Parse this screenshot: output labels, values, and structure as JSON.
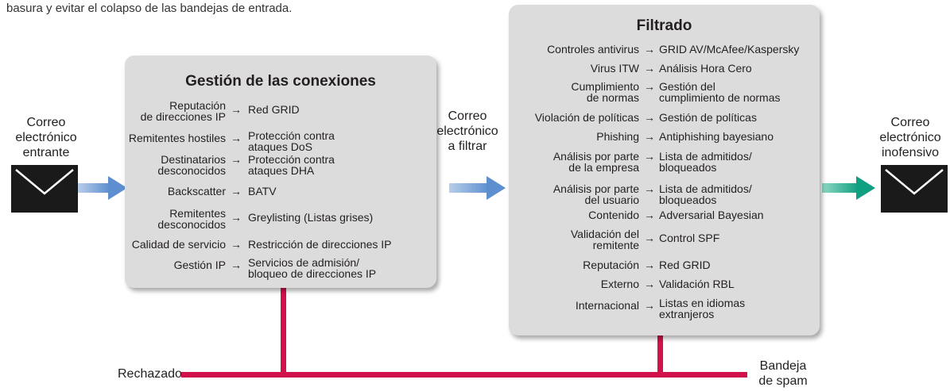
{
  "intro_text": "basura y evitar el colapso de las bandejas de entrada.",
  "incoming_label": [
    "Correo",
    "electrónico",
    "entrante"
  ],
  "filter_label": [
    "Correo",
    "electrónico",
    "a filtrar"
  ],
  "clean_label": [
    "Correo",
    "electrónico",
    "inofensivo"
  ],
  "rejected_label": "Rechazado",
  "spam_label": [
    "Bandeja",
    "de spam"
  ],
  "connections": {
    "title": "Gestión de las conexiones",
    "rows": [
      {
        "left": [
          "Reputación",
          "de direcciones IP"
        ],
        "right": [
          "Red GRID"
        ]
      },
      {
        "left": [
          "Remitentes hostiles"
        ],
        "right": [
          "Protección contra",
          "ataques DoS"
        ]
      },
      {
        "left": [
          "Destinatarios",
          "desconocidos"
        ],
        "right": [
          "Protección contra",
          "ataques DHA"
        ]
      },
      {
        "left": [
          "Backscatter"
        ],
        "right": [
          "BATV"
        ]
      },
      {
        "left": [
          "Remitentes",
          "desconocidos"
        ],
        "right": [
          "Greylisting (Listas grises)"
        ]
      },
      {
        "left": [
          "Calidad de servicio"
        ],
        "right": [
          "Restricción de direcciones IP"
        ]
      },
      {
        "left": [
          "Gestión IP"
        ],
        "right": [
          "Servicios de admisión/",
          "bloqueo de direcciones IP"
        ]
      }
    ]
  },
  "filtering": {
    "title": "Filtrado",
    "rows": [
      {
        "left": [
          "Controles antivirus"
        ],
        "right": [
          "GRID AV/McAfee/Kaspersky"
        ]
      },
      {
        "left": [
          "Virus ITW"
        ],
        "right": [
          "Análisis Hora Cero"
        ]
      },
      {
        "left": [
          "Cumplimiento",
          "de normas"
        ],
        "right": [
          "Gestión del",
          "cumplimiento de normas"
        ]
      },
      {
        "left": [
          "Violación de políticas"
        ],
        "right": [
          "Gestión de políticas"
        ]
      },
      {
        "left": [
          "Phishing"
        ],
        "right": [
          "Antiphishing bayesiano"
        ]
      },
      {
        "left": [
          "Análisis por parte",
          "de la empresa"
        ],
        "right": [
          "Lista de admitidos/",
          "bloqueados"
        ]
      },
      {
        "left": [
          "Análisis por parte",
          "del usuario"
        ],
        "right": [
          "Lista de admitidos/",
          "bloqueados"
        ]
      },
      {
        "left": [
          "Contenido"
        ],
        "right": [
          "Adversarial Bayesian"
        ]
      },
      {
        "left": [
          "Validación del",
          "remitente"
        ],
        "right": [
          "Control SPF"
        ]
      },
      {
        "left": [
          "Reputación"
        ],
        "right": [
          "Red GRID"
        ]
      },
      {
        "left": [
          "Externo"
        ],
        "right": [
          "Validación RBL"
        ]
      },
      {
        "left": [
          "Internacional"
        ],
        "right": [
          "Listas en idiomas",
          "extranjeros"
        ]
      }
    ]
  },
  "arrow_glyph": "→",
  "colors": {
    "box": "#dcdcdd",
    "reject_line": "#d2124a",
    "blue_arrow": "#6f9fd8",
    "green_arrow": "#14a58a",
    "envelope": "#1a1a1a"
  }
}
